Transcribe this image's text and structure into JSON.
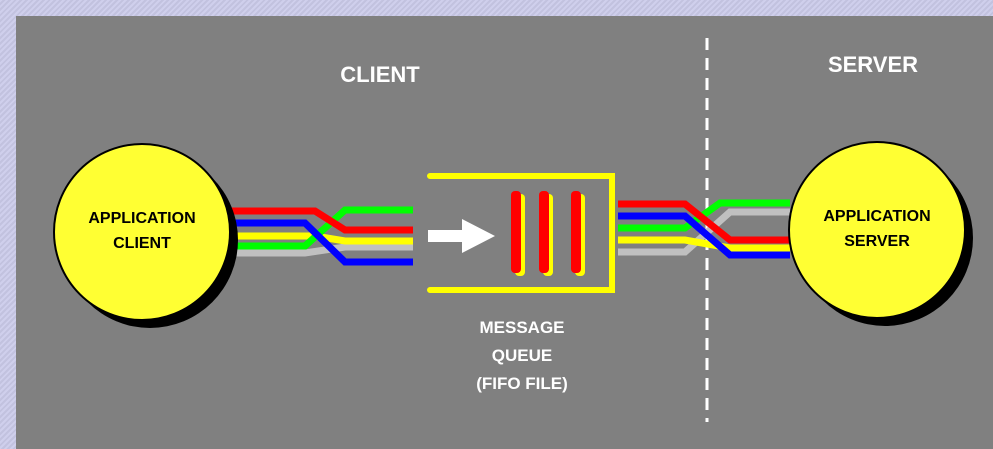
{
  "regions": {
    "client": "CLIENT",
    "server": "SERVER"
  },
  "client_node": {
    "line1": "APPLICATION",
    "line2": "CLIENT"
  },
  "server_node": {
    "line1": "APPLICATION",
    "line2": "SERVER"
  },
  "queue": {
    "line1": "MESSAGE",
    "line2": "QUEUE",
    "line3": "(FIFO FILE)"
  },
  "colors": {
    "panel": "#808080",
    "node_fill": "#ffff33",
    "queue_outline": "#ffff00",
    "wire_red": "#ff0000",
    "wire_green": "#00ff00",
    "wire_blue": "#0000ff",
    "wire_yellow": "#ffff00",
    "wire_gray": "#c0c0c0",
    "divider": "#ffffff"
  }
}
